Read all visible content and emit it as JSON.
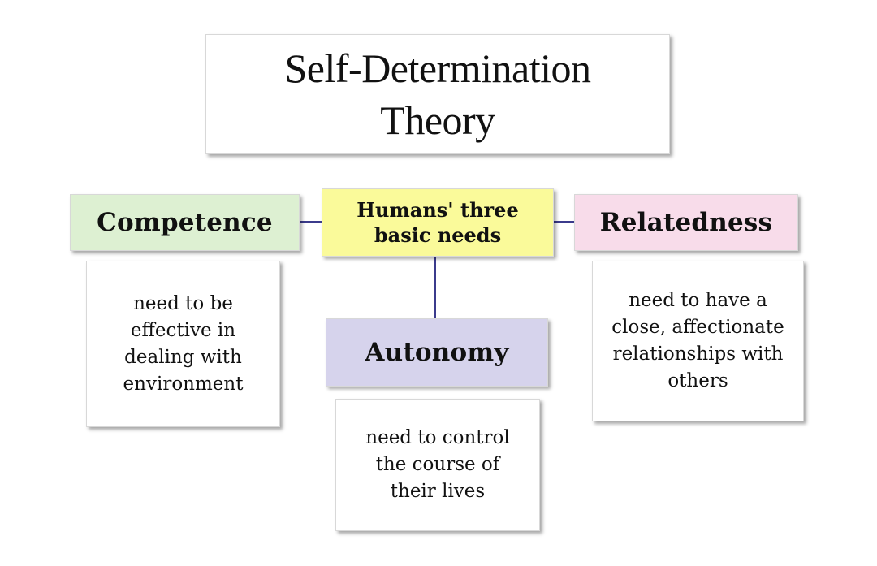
{
  "title": {
    "line1": "Self-Determination",
    "line2": "Theory"
  },
  "center": {
    "line1": "Humans' three",
    "line2": "basic needs",
    "color": "#fafa9a"
  },
  "needs": {
    "competence": {
      "label": "Competence",
      "color": "#ddf0d2",
      "description": [
        "need to be",
        "effective in",
        "dealing with",
        "environment"
      ]
    },
    "relatedness": {
      "label": "Relatedness",
      "color": "#f8dcea",
      "description": [
        "need to have a",
        "close, affectionate",
        "relationships with",
        "others"
      ]
    },
    "autonomy": {
      "label": "Autonomy",
      "color": "#d6d3ec",
      "description": [
        "need to control",
        "the course of",
        "their lives"
      ]
    }
  },
  "connector_color": "#3b3b8c"
}
